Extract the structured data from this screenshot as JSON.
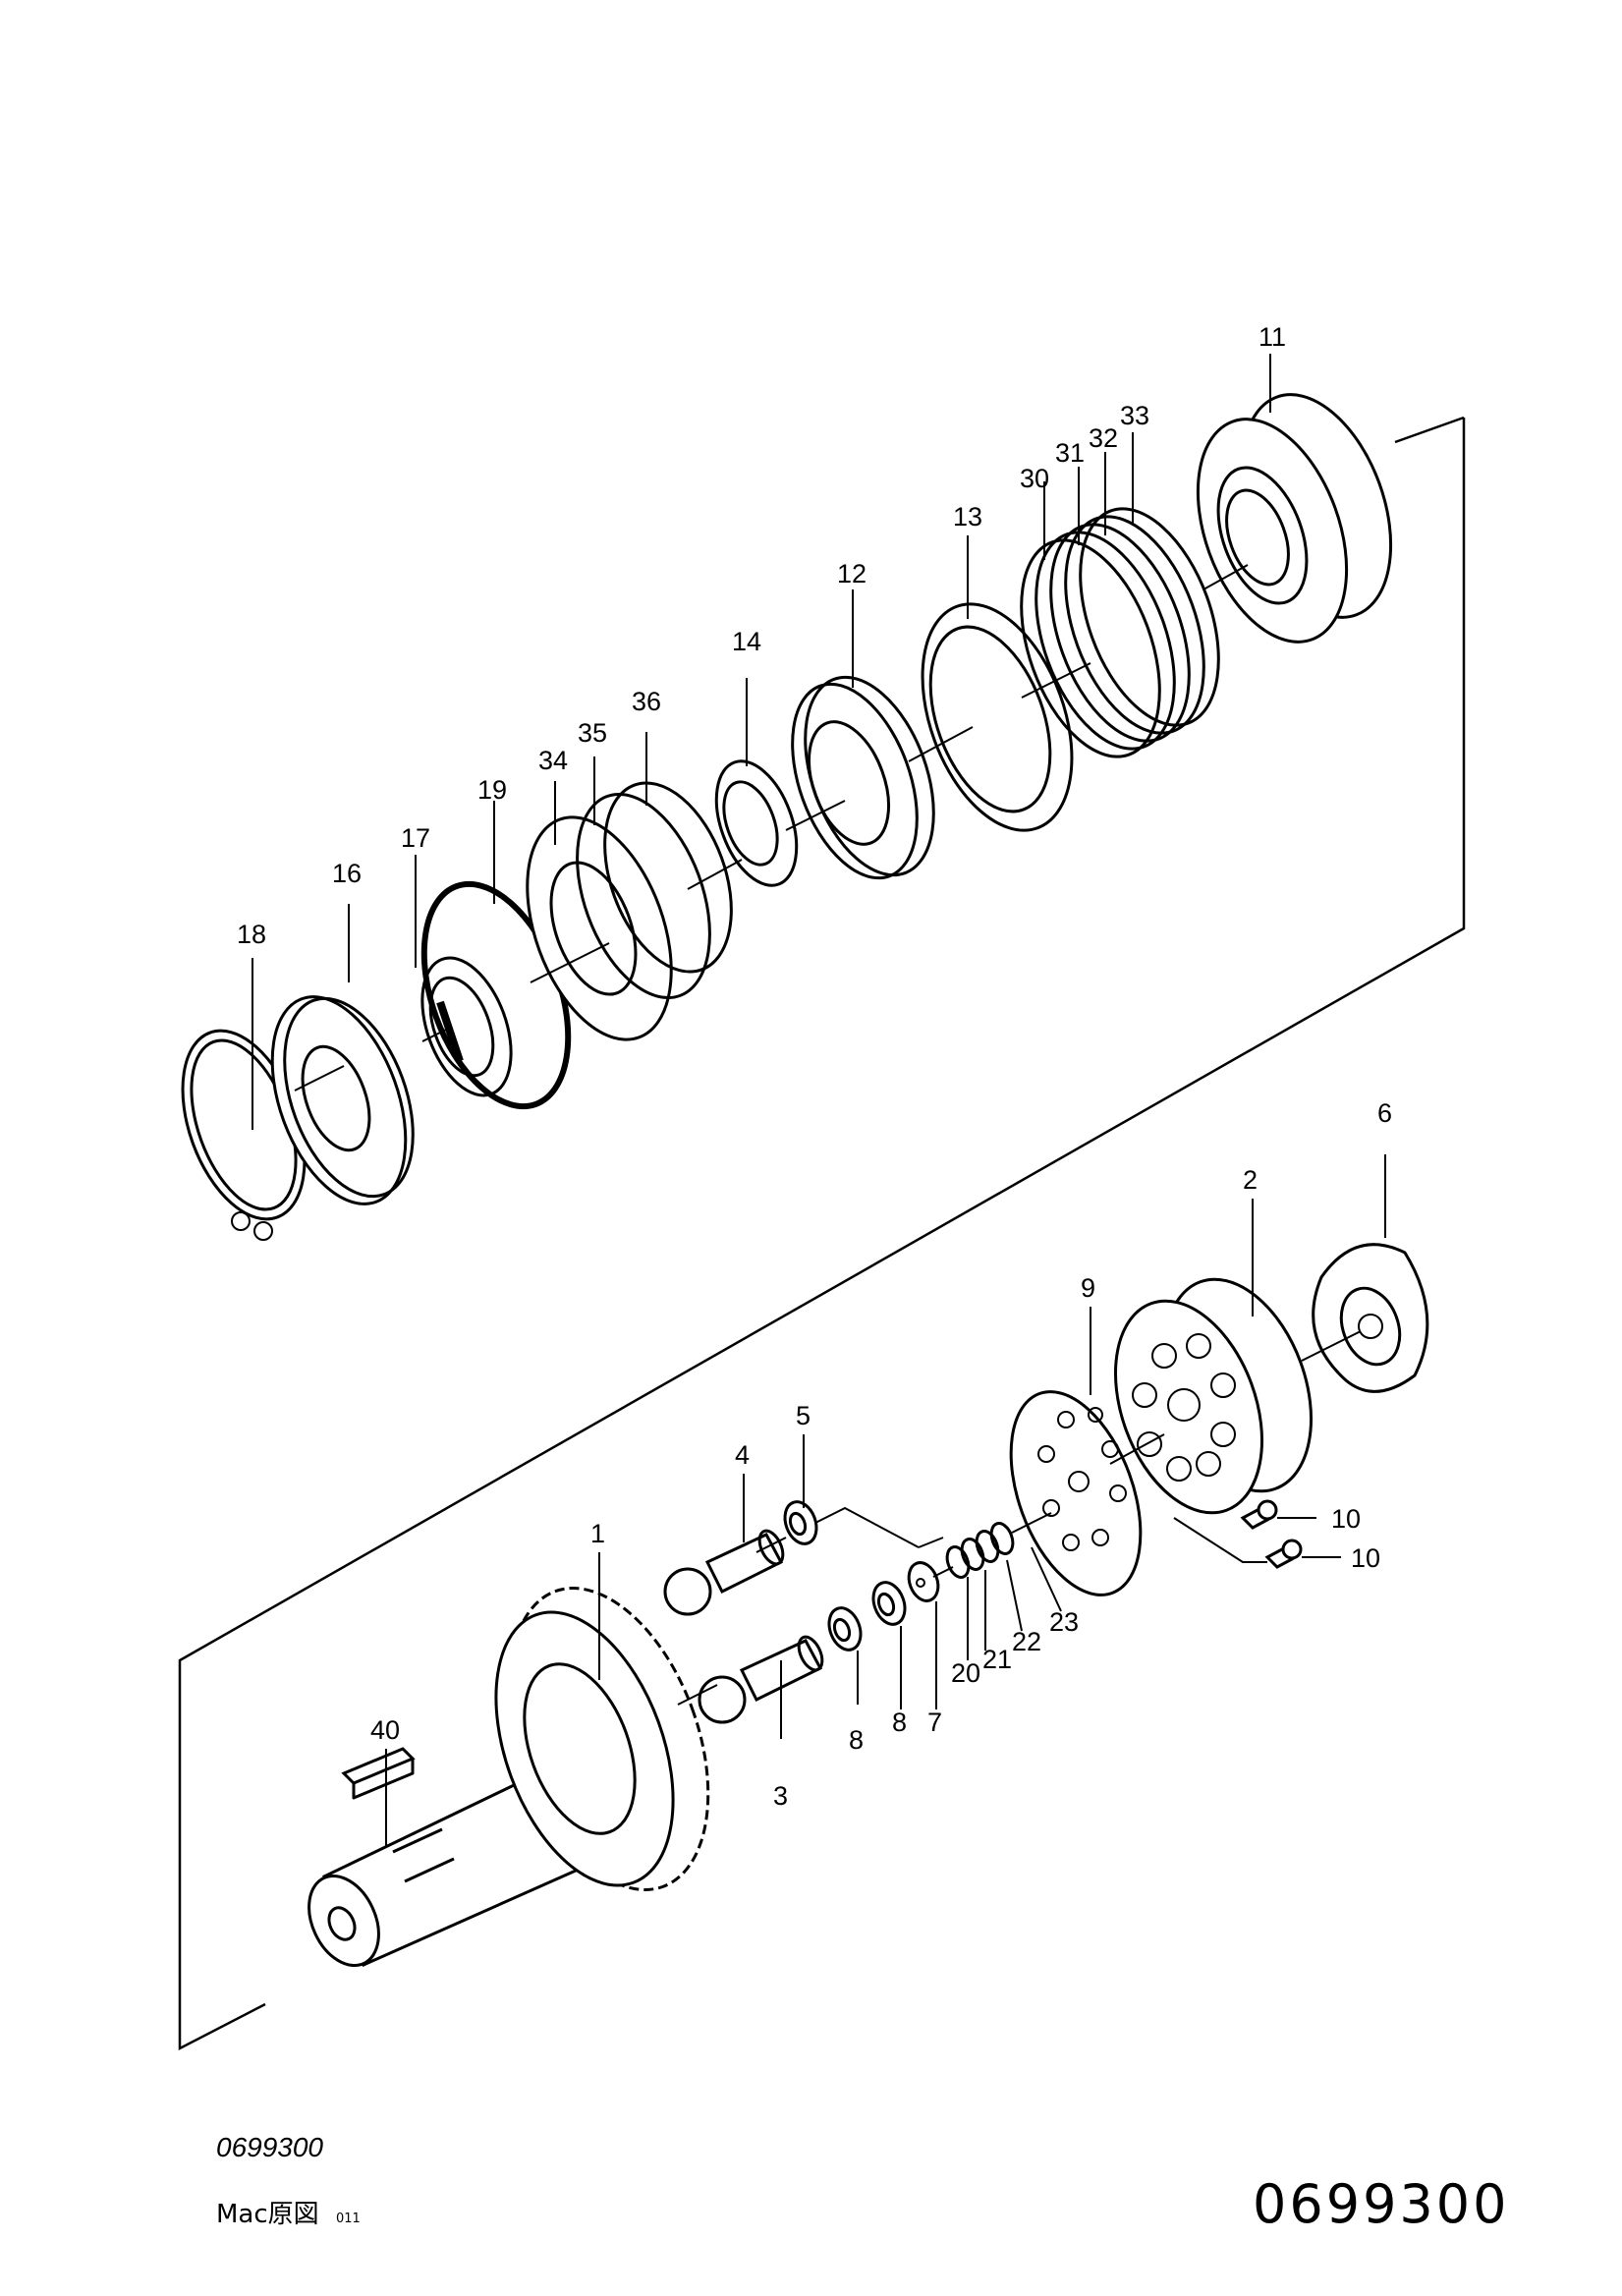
{
  "callouts": {
    "p1": "1",
    "p2": "2",
    "p3": "3",
    "p4": "4",
    "p5": "5",
    "p6": "6",
    "p7": "7",
    "p8a": "8",
    "p8b": "8",
    "p9": "9",
    "p10a": "10",
    "p10b": "10",
    "p11": "11",
    "p12": "12",
    "p13": "13",
    "p14": "14",
    "p16": "16",
    "p17": "17",
    "p18": "18",
    "p19": "19",
    "p20": "20",
    "p21": "21",
    "p22": "22",
    "p23": "23",
    "p30": "30",
    "p31": "31",
    "p32": "32",
    "p33": "33",
    "p34": "34",
    "p35": "35",
    "p36": "36",
    "p40": "40"
  },
  "footer": {
    "drawing_number_small": "0699300",
    "source_note": "Mac原図",
    "source_code": "011",
    "drawing_number_large": "0699300"
  }
}
